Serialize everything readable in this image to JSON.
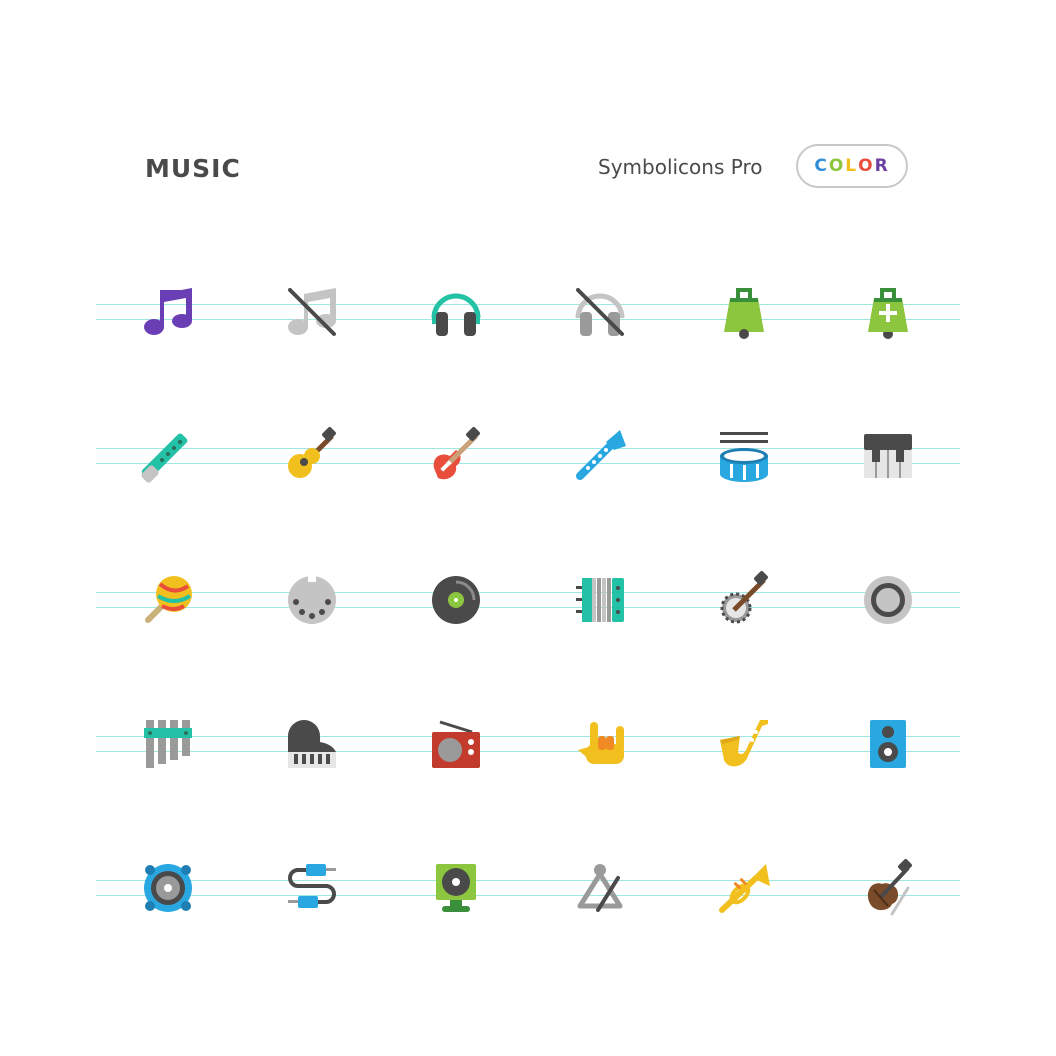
{
  "header": {
    "title": "MUSIC",
    "brand": "Symbolicons Pro",
    "badge_letters": [
      {
        "char": "C",
        "color": "#2f8fd8"
      },
      {
        "char": "O",
        "color": "#8cc63f"
      },
      {
        "char": "L",
        "color": "#f2c01e"
      },
      {
        "char": "O",
        "color": "#e94e3c"
      },
      {
        "char": "R",
        "color": "#6a3fa0"
      }
    ]
  },
  "colors": {
    "purple": "#6a3fb5",
    "teal": "#23c1a5",
    "green": "#8cc63f",
    "blue": "#29a7e1",
    "yellow": "#f2c01e",
    "red": "#e94e3c",
    "gray": "#c4c4c4",
    "dark": "#4a4a4a",
    "brown": "#7a4b2a",
    "guide": "#9ee8e2"
  },
  "icons": [
    {
      "name": "music-note-icon"
    },
    {
      "name": "music-note-off-icon"
    },
    {
      "name": "headphones-icon"
    },
    {
      "name": "headphones-off-icon"
    },
    {
      "name": "cowbell-icon"
    },
    {
      "name": "cowbell-add-icon"
    },
    {
      "name": "flute-icon"
    },
    {
      "name": "acoustic-guitar-icon"
    },
    {
      "name": "electric-guitar-icon"
    },
    {
      "name": "clarinet-icon"
    },
    {
      "name": "snare-drum-icon"
    },
    {
      "name": "keyboard-icon"
    },
    {
      "name": "maracas-icon"
    },
    {
      "name": "midi-connector-icon"
    },
    {
      "name": "vinyl-record-icon"
    },
    {
      "name": "accordion-icon"
    },
    {
      "name": "banjo-icon"
    },
    {
      "name": "ring-speaker-icon"
    },
    {
      "name": "pan-flute-icon"
    },
    {
      "name": "grand-piano-icon"
    },
    {
      "name": "radio-icon"
    },
    {
      "name": "rock-hand-icon"
    },
    {
      "name": "saxophone-icon"
    },
    {
      "name": "speaker-icon"
    },
    {
      "name": "round-speaker-icon"
    },
    {
      "name": "audio-cable-icon"
    },
    {
      "name": "turntable-icon"
    },
    {
      "name": "triangle-icon"
    },
    {
      "name": "trumpet-icon"
    },
    {
      "name": "violin-icon"
    }
  ]
}
